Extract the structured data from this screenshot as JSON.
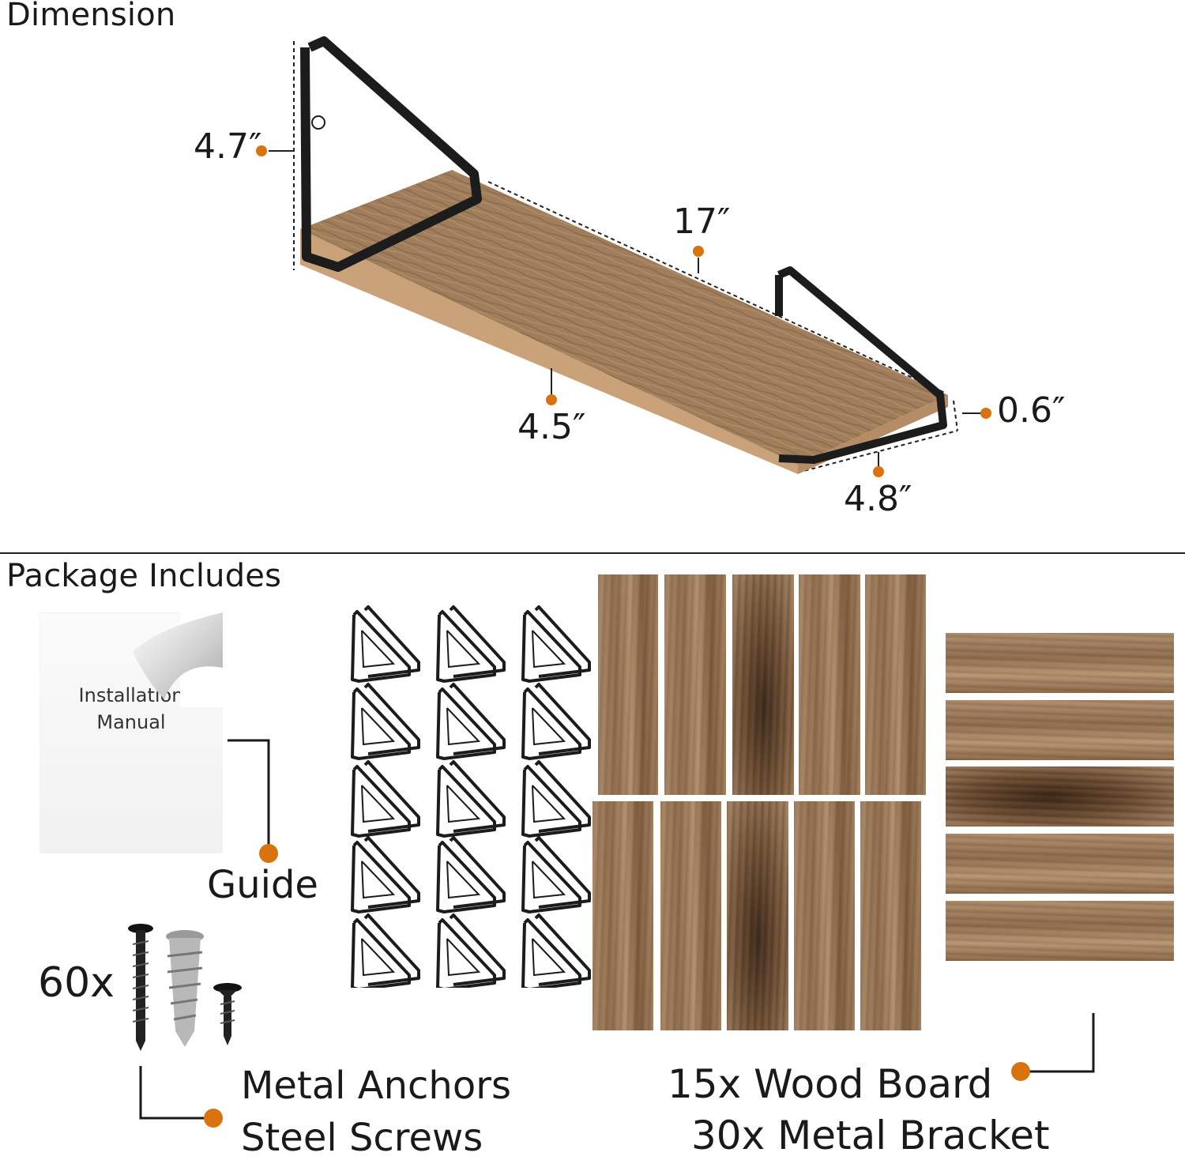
{
  "dimension": {
    "title": "Dimension",
    "height": "4.7″",
    "length": "17″",
    "depth_board": "4.5″",
    "thickness": "0.6″",
    "depth_bracket": "4.8″"
  },
  "package": {
    "title": "Package Includes",
    "manual_text_line1": "Installation",
    "manual_text_line2": "Manual",
    "guide_label": "Guide",
    "screws_count": "60x",
    "screws_line1": "Metal Anchors",
    "screws_line2": "Steel Screws",
    "boards_line1": "15x Wood Board",
    "boards_line2": "30x Metal Bracket"
  },
  "colors": {
    "accent": "#d9730f",
    "line": "#1a1a1a",
    "bracket": "#1c1c1c"
  }
}
